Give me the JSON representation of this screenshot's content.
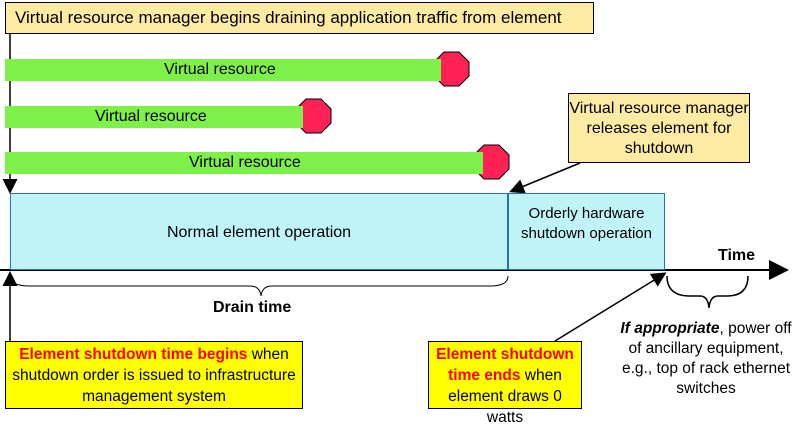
{
  "top_callout": "Virtual resource manager begins draining application traffic from element",
  "virtual_resources": [
    {
      "label": "Virtual resource"
    },
    {
      "label": "Virtual resource"
    },
    {
      "label": "Virtual resource"
    }
  ],
  "releases_callout": "Virtual resource manager releases element for shutdown",
  "normal_operation": "Normal element operation",
  "orderly_shutdown": "Orderly hardware shutdown operation",
  "time_axis_label": "Time",
  "drain_time_label": "Drain time",
  "begin_callout": {
    "highlight": "Element shutdown time begins",
    "rest": "when shutdown order is issued to infrastructure management system"
  },
  "end_callout": {
    "highlight": "Element shutdown time ends",
    "rest": "when element draws 0 watts"
  },
  "power_note": {
    "emphasis": "If appropriate",
    "rest": ", power off of ancillary equipment, e.g., top of rack ethernet switches"
  },
  "colors": {
    "bar_green": "#7df04a",
    "stop_red": "#ff2255",
    "box_cyan": "#bff3f8",
    "callout_tan": "#fdeba4",
    "callout_yellow": "#ffff00",
    "highlight_red": "#ff0000"
  }
}
